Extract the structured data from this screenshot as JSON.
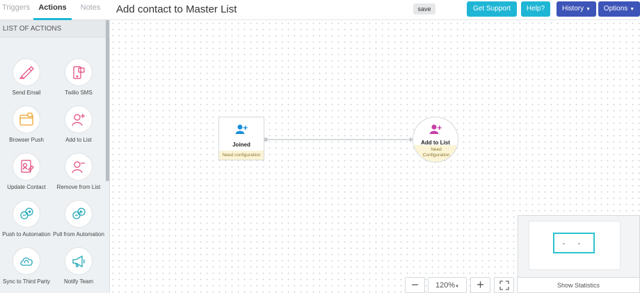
{
  "tabs": [
    {
      "label": "Triggers"
    },
    {
      "label": "Actions"
    },
    {
      "label": "Notes"
    }
  ],
  "sidebar": {
    "header": "LIST OF ACTIONS",
    "actions": [
      {
        "label": "Send Email",
        "icon": "send-email-icon"
      },
      {
        "label": "Twilio SMS",
        "icon": "sms-icon"
      },
      {
        "label": "Browser Push",
        "icon": "browser-push-icon"
      },
      {
        "label": "Add to List",
        "icon": "add-user-icon"
      },
      {
        "label": "Update Contact",
        "icon": "update-contact-icon"
      },
      {
        "label": "Remove from List",
        "icon": "remove-user-icon"
      },
      {
        "label": "Push to Automation",
        "icon": "push-automation-icon"
      },
      {
        "label": "Pull from Automation",
        "icon": "pull-automation-icon"
      },
      {
        "label": "Sync to Third Party",
        "icon": "cloud-sync-icon"
      },
      {
        "label": "Notify Team",
        "icon": "megaphone-icon"
      }
    ]
  },
  "header": {
    "title": "Add contact to Master List",
    "save_label": "save",
    "get_support": "Get Support",
    "help": "Help?",
    "history": "History",
    "options": "Options"
  },
  "canvas": {
    "trigger_node": {
      "label": "Joined",
      "status": "Need configuration"
    },
    "action_node": {
      "label": "Add to List",
      "status_line1": "Need",
      "status_line2": "Configuration"
    }
  },
  "controls": {
    "zoom_out": "−",
    "zoom_level": "120%",
    "zoom_in": "+",
    "show_statistics": "Show Statistics"
  },
  "colors": {
    "accent_teal": "#1fb6d6",
    "accent_indigo": "#3d54b8",
    "icon_pink": "#e0457b",
    "warning_bg": "#fbf4d6"
  }
}
